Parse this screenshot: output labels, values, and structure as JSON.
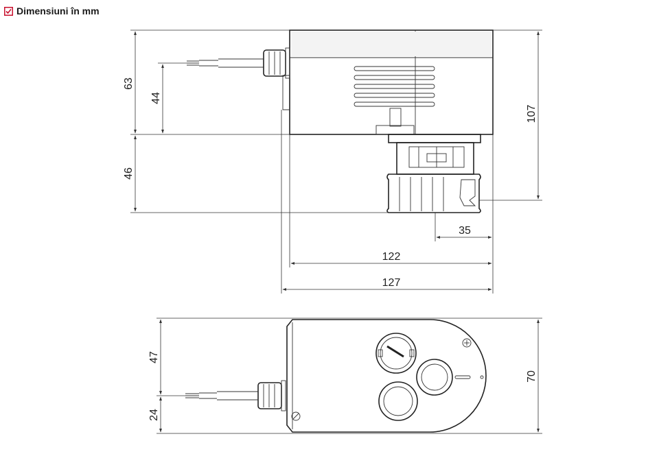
{
  "header": {
    "title": "Dimensiuni în mm",
    "icon": "checkbox-check-icon",
    "icon_color": "#c8102e"
  },
  "side_view": {
    "dim_63": "63",
    "dim_44": "44",
    "dim_46": "46",
    "dim_107": "107",
    "dim_35": "35",
    "dim_122": "122",
    "dim_127": "127"
  },
  "top_view": {
    "dim_47": "47",
    "dim_24": "24",
    "dim_70": "70"
  }
}
